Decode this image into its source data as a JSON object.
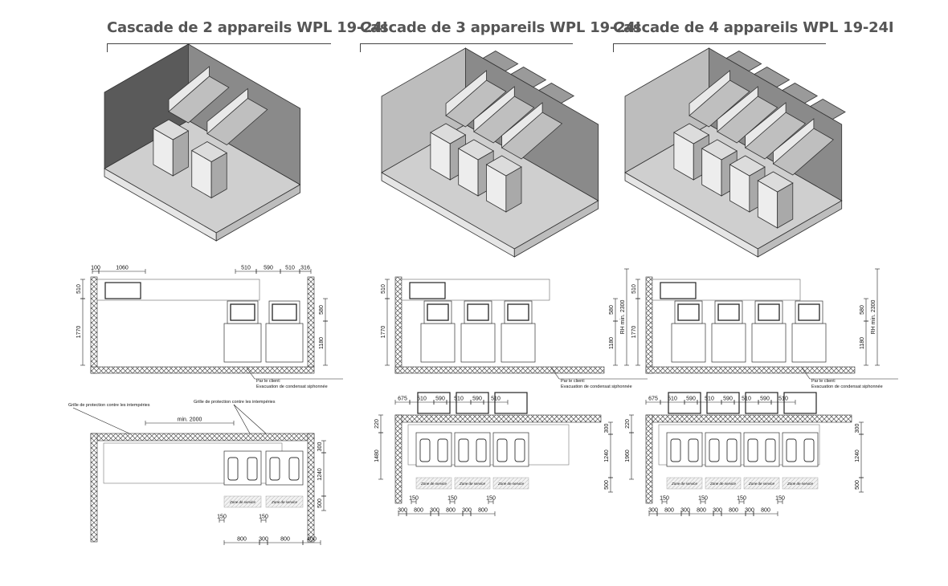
{
  "columns": [
    {
      "title": "Cascade de 2 appareils WPL 19-24I",
      "devices": 2,
      "elevation": {
        "top_dims": [
          "100",
          "1060",
          "510",
          "590",
          "510",
          "316"
        ],
        "left_dims": [
          "510",
          "1770"
        ],
        "right_dims": [
          "580",
          "1180"
        ],
        "floor_labels": [
          "Par le client:",
          "Evacuation de condensat siphonnée"
        ]
      },
      "plan": {
        "labels": [
          "Grille de protection contre les intempéries",
          "Grille de protection contre les intempéries",
          "min. 2000"
        ],
        "right_dims": [
          "300",
          "1240",
          "500"
        ],
        "bottom_dims": [
          "800",
          "300",
          "800",
          "400"
        ],
        "small_dims": [
          "150",
          "150"
        ],
        "zone_label": "Zone de service"
      }
    },
    {
      "title": "Cascade de 3 appareils WPL 19-24I",
      "devices": 3,
      "elevation": {
        "left_dims": [
          "510",
          "1770"
        ],
        "right_dims": [
          "580",
          "1180",
          "RH min. 2300"
        ],
        "floor_labels": [
          "Par le client:",
          "Evacuation de condensat siphonnée"
        ]
      },
      "plan": {
        "top_dims": [
          "675",
          "510",
          "590",
          "510",
          "590",
          "510"
        ],
        "left_dims": [
          "220",
          "1480"
        ],
        "right_dims": [
          "300",
          "1240",
          "500"
        ],
        "bottom_dims": [
          "300",
          "800",
          "300",
          "800",
          "300",
          "800"
        ],
        "small_dims": [
          "150",
          "150",
          "150"
        ],
        "zone_label": "Zone de service"
      }
    },
    {
      "title": "Cascade de 4 appareils WPL 19-24I",
      "devices": 4,
      "elevation": {
        "left_dims": [
          "510",
          "1770"
        ],
        "right_dims": [
          "580",
          "1180",
          "RH min. 2300"
        ],
        "floor_labels": [
          "Par le client:",
          "Evacuation de condensat siphonnée"
        ]
      },
      "plan": {
        "top_dims": [
          "675",
          "510",
          "590",
          "510",
          "590",
          "510",
          "590",
          "510"
        ],
        "left_dims": [
          "220",
          "1960"
        ],
        "right_dims": [
          "300",
          "1240",
          "500"
        ],
        "bottom_dims": [
          "300",
          "800",
          "300",
          "800",
          "300",
          "800",
          "300",
          "800"
        ],
        "small_dims": [
          "150",
          "150",
          "150",
          "150"
        ],
        "zone_label": "Zone de service"
      }
    }
  ]
}
